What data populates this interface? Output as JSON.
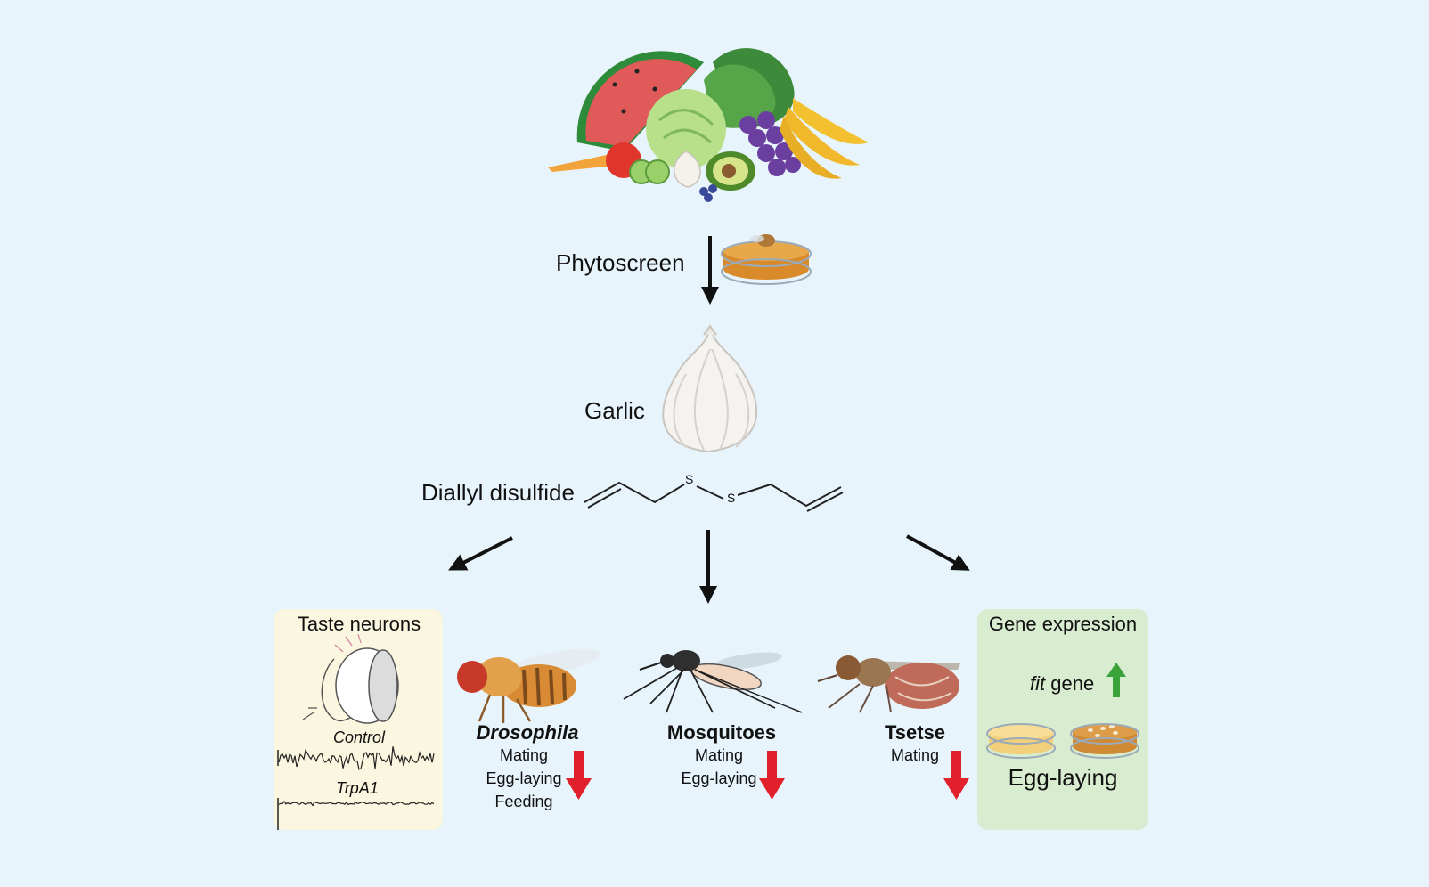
{
  "steps": {
    "screen_label": "Phytoscreen",
    "garlic_label": "Garlic",
    "compound_label": "Diallyl disulfide",
    "sulfur_1": "S",
    "sulfur_2": "S"
  },
  "taste_panel": {
    "title": "Taste neurons",
    "trace_control": "Control",
    "trace_mutant": "TrpA1"
  },
  "drosophila": {
    "name": "Drosophila",
    "effects": [
      "Mating",
      "Egg-laying",
      "Feeding"
    ]
  },
  "mosquitoes": {
    "name": "Mosquitoes",
    "effects": [
      "Mating",
      "Egg-laying"
    ]
  },
  "tsetse": {
    "name": "Tsetse",
    "effects": [
      "Mating"
    ]
  },
  "gene_panel": {
    "title": "Gene expression",
    "gene_name": "fit",
    "gene_suffix": " gene",
    "egg_label": "Egg-laying"
  },
  "colors": {
    "background": "#e8f4fb",
    "down_arrow": "#e0202a",
    "up_arrow": "#3aa33a",
    "taste_panel": "#fbf6df",
    "gene_panel": "#d8ecd0"
  }
}
